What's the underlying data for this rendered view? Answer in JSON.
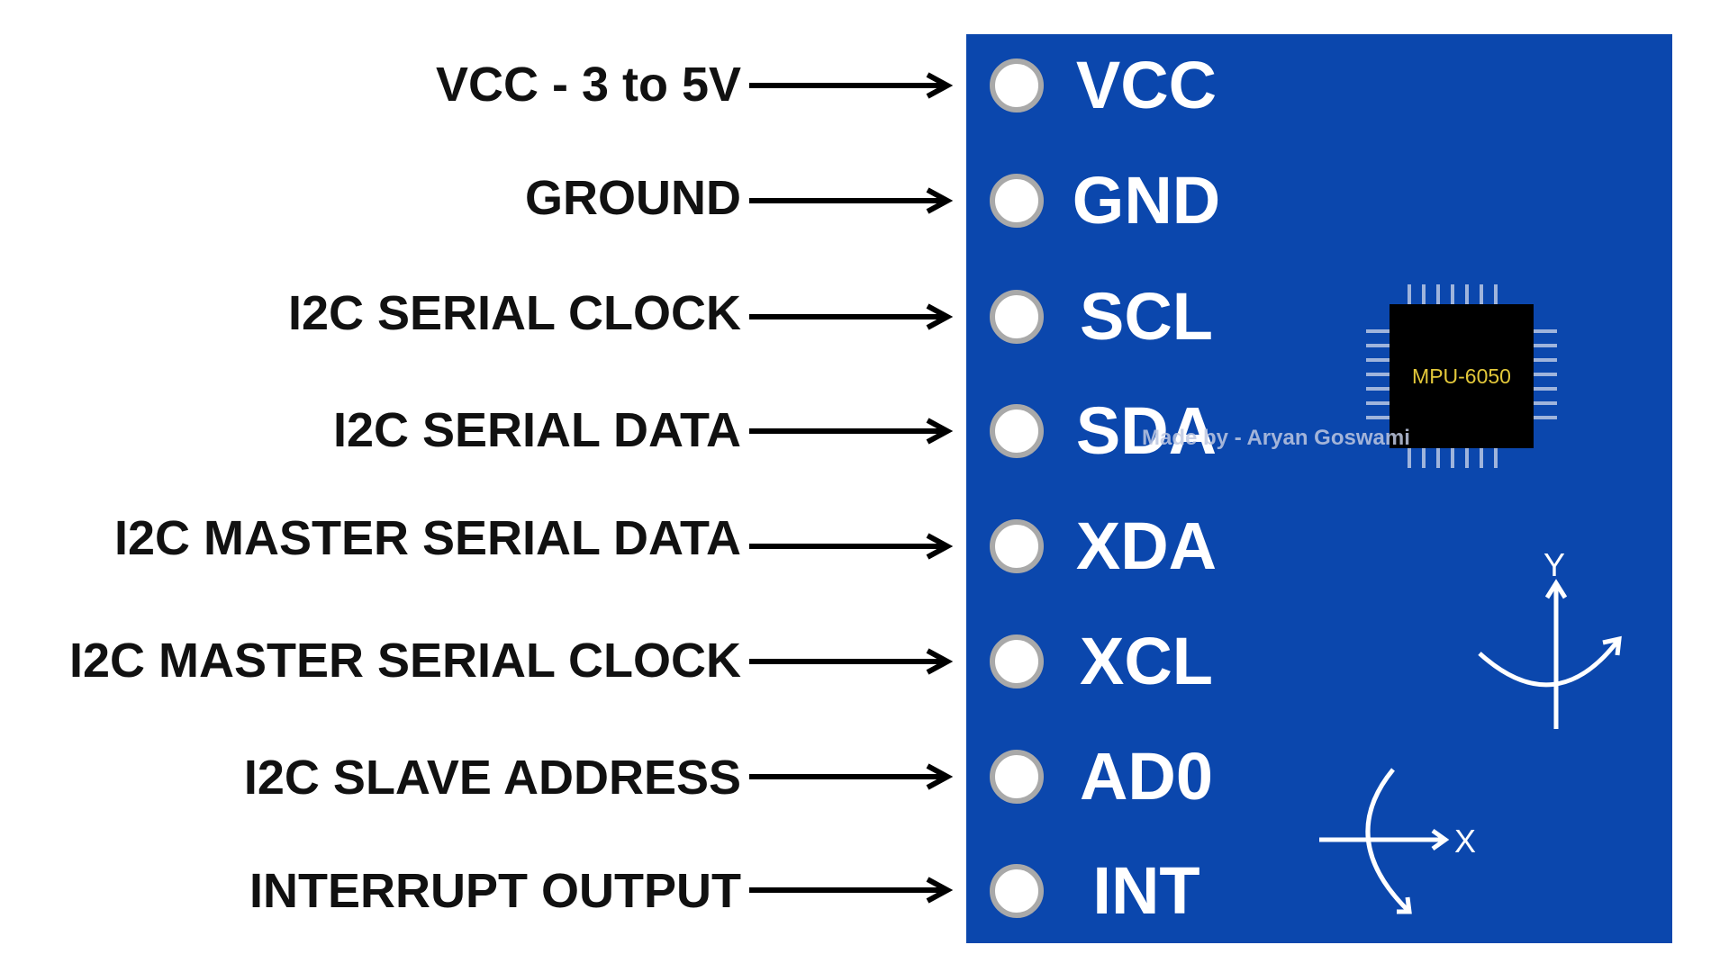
{
  "labels": [
    "VCC - 3 to 5V",
    "GROUND",
    "I2C SERIAL CLOCK",
    "I2C SERIAL DATA",
    "I2C MASTER SERIAL DATA",
    "I2C MASTER SERIAL CLOCK",
    "I2C SLAVE ADDRESS",
    "INTERRUPT OUTPUT"
  ],
  "pins": [
    "VCC",
    "GND",
    "SCL",
    "SDA",
    "XDA",
    "XCL",
    "AD0",
    "INT"
  ],
  "chip": {
    "label": "MPU-6050"
  },
  "watermark": "Made by - Aryan Goswami",
  "axes": {
    "y": "Y",
    "x": "X"
  },
  "colors": {
    "board": "#0b47ad",
    "chip_text": "#e3c83a",
    "pin_ring": "#a9a9a9",
    "arrow": "#000000"
  }
}
